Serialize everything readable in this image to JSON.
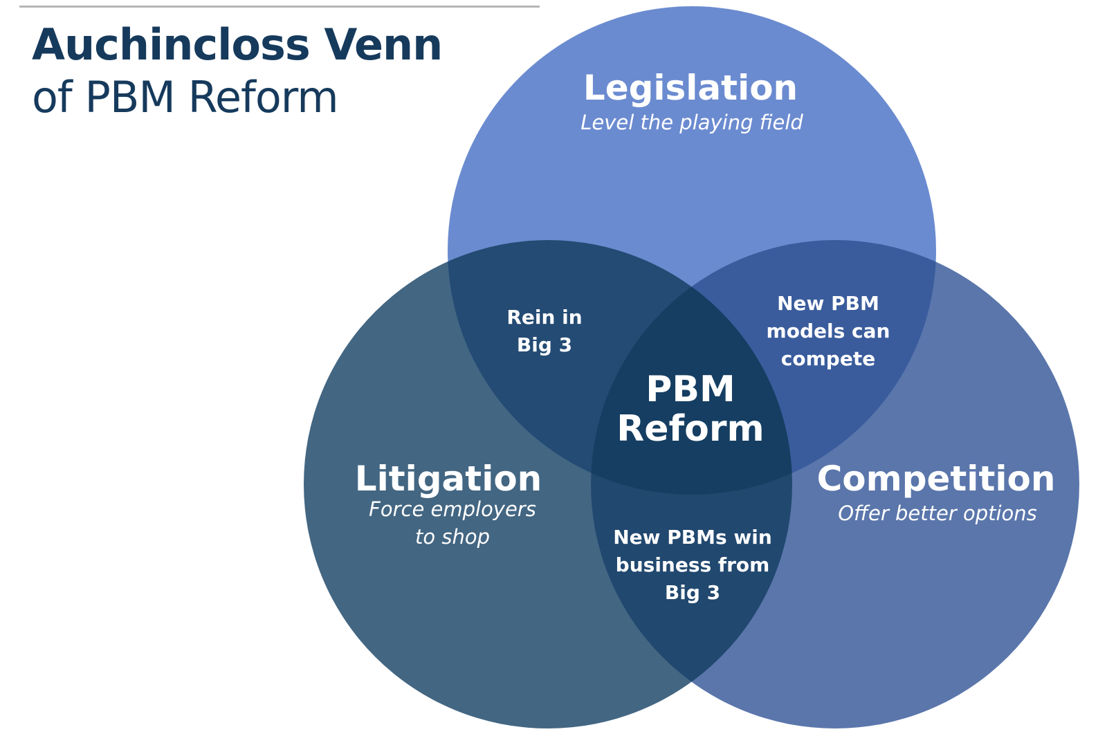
{
  "title": {
    "line1": "Auchincloss Venn",
    "line2": "of PBM Reform"
  },
  "colors": {
    "title": "#163a5c",
    "legislation": "#6b8bd0",
    "litigation": "#436682",
    "competition": "#5a76ab",
    "legislation_litigation": "#244b73",
    "legislation_competition": "#3a5c9c",
    "litigation_competition": "#21486f",
    "center": "#153e62"
  },
  "circles": {
    "legislation": {
      "name": "Legislation",
      "tagline": "Level the playing field"
    },
    "litigation": {
      "name": "Litigation",
      "tagline_line1": "Force employers",
      "tagline_line2": "to shop"
    },
    "competition": {
      "name": "Competition",
      "tagline": "Offer better options"
    }
  },
  "overlaps": {
    "legislation_litigation": {
      "line1": "Rein in",
      "line2": "Big 3"
    },
    "legislation_competition": {
      "line1": "New PBM",
      "line2": "models can",
      "line3": "compete"
    },
    "litigation_competition": {
      "line1": "New PBMs win",
      "line2": "business from",
      "line3": "Big 3"
    },
    "center": {
      "line1": "PBM",
      "line2": "Reform"
    }
  }
}
